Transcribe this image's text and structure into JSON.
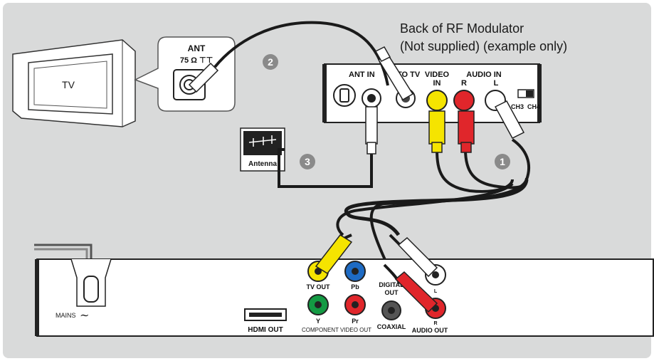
{
  "caption": {
    "line1": "Back of RF Modulator",
    "line2": "(Not supplied) (example only)"
  },
  "tv": {
    "label": "TV"
  },
  "antenna_port": {
    "line1": "ANT",
    "line2": "75 Ω ⊤⊤"
  },
  "antenna_box": {
    "label": "Antenna"
  },
  "steps": {
    "one": "1",
    "two": "2",
    "three": "3"
  },
  "modulator": {
    "ant_in": "ANT IN",
    "to_tv": "TO TV",
    "video_in_1": "VIDEO",
    "video_in_2": "IN",
    "audio_in": "AUDIO  IN",
    "r": "R",
    "l": "L",
    "ch3": "CH3",
    "ch4": "CH4"
  },
  "player": {
    "mains": "MAINS",
    "mains_symbol": "∼",
    "hdmi_out": "HDMI OUT",
    "tv_out": "TV OUT",
    "pb": "Pb",
    "y": "Y",
    "pr": "Pr",
    "component_video_out": "COMPONENT VIDEO OUT",
    "digital_out_1": "DIGITAL",
    "digital_out_2": "OUT",
    "coaxial": "COAXIAL",
    "audio_l": "L",
    "audio_r": "R",
    "audio_out": "AUDIO OUT"
  },
  "colors": {
    "background": "#d9dada",
    "video_yellow": "#f5e400",
    "audio_red": "#e0262b",
    "audio_white": "#ffffff",
    "component_green": "#139a43",
    "component_blue": "#1e6bc4",
    "step_badge": "#8a8a8a"
  }
}
